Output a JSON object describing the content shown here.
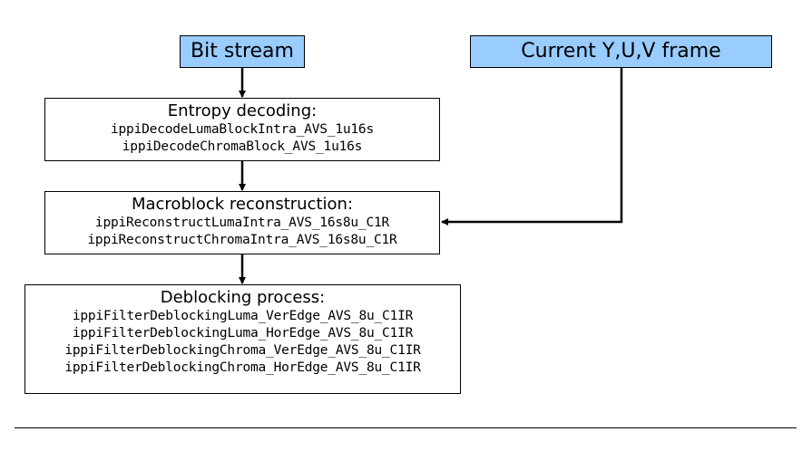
{
  "diagram": {
    "input_bitstream": {
      "label": "Bit stream"
    },
    "input_frame": {
      "label": "Current Y,U,V frame"
    },
    "entropy_decoding": {
      "title": "Entropy decoding:",
      "functions": [
        "ippiDecodeLumaBlockIntra_AVS_1u16s",
        "ippiDecodeChromaBlock_AVS_1u16s"
      ]
    },
    "macroblock_reconstruction": {
      "title": "Macroblock reconstruction:",
      "functions": [
        "ippiReconstructLumaIntra_AVS_16s8u_C1R",
        "ippiReconstructChromaIntra_AVS_16s8u_C1R"
      ]
    },
    "deblocking_process": {
      "title": "Deblocking process:",
      "functions": [
        "ippiFilterDeblockingLuma_VerEdge_AVS_8u_C1IR",
        "ippiFilterDeblockingLuma_HorEdge_AVS_8u_C1IR",
        "ippiFilterDeblockingChroma_VerEdge_AVS_8u_C1IR",
        "ippiFilterDeblockingChroma_HorEdge_AVS_8u_C1IR"
      ]
    },
    "colors": {
      "input_fill": "#99ccff",
      "box_fill": "#ffffff",
      "stroke": "#000000"
    }
  }
}
